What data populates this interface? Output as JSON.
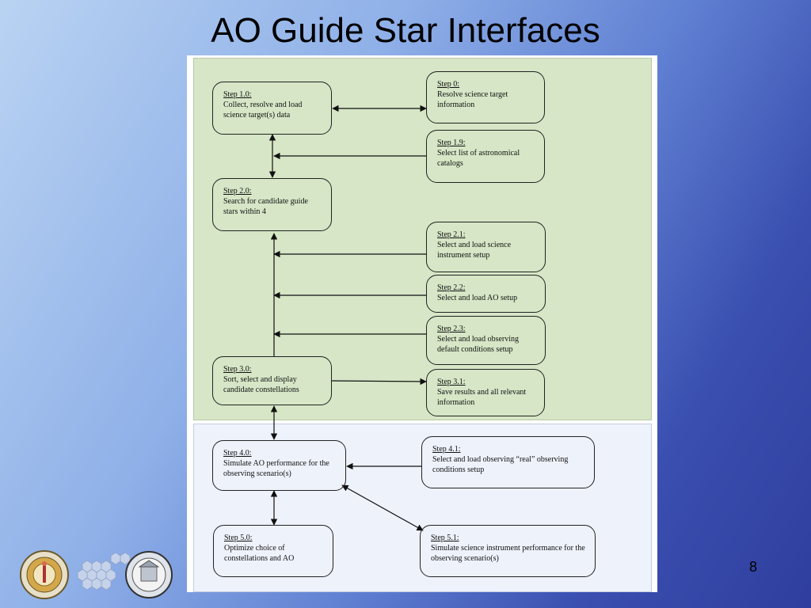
{
  "slide": {
    "title": "AO Guide Star Interfaces",
    "page_number": "8"
  },
  "nodes": {
    "s10": {
      "step": "Step 1.0:",
      "desc": "Collect, resolve and load science target(s) data"
    },
    "s0": {
      "step": "Step 0:",
      "desc": "Resolve science target information"
    },
    "s19": {
      "step": "Step 1.9:",
      "desc": "Select list of astronomical catalogs"
    },
    "s20": {
      "step": "Step 2.0:",
      "desc": "Search for candidate guide stars within 4"
    },
    "s21": {
      "step": "Step 2.1:",
      "desc": "Select and load science instrument setup"
    },
    "s22": {
      "step": "Step 2.2:",
      "desc": "Select and load AO setup"
    },
    "s23": {
      "step": "Step 2.3:",
      "desc": "Select and load observing default conditions setup"
    },
    "s30": {
      "step": "Step 3.0:",
      "desc": "Sort, select and display candidate constellations"
    },
    "s31": {
      "step": "Step 3.1:",
      "desc": "Save results and all relevant information"
    },
    "s40": {
      "step": "Step 4.0:",
      "desc": "Simulate AO performance for the observing scenario(s)"
    },
    "s41": {
      "step": "Step 4.1:",
      "desc": "Select and load observing “real” observing conditions setup"
    },
    "s50": {
      "step": "Step 5.0:",
      "desc": "Optimize choice of constellations and AO"
    },
    "s51": {
      "step": "Step 5.1:",
      "desc": "Simulate science instrument performance for the observing scenario(s)"
    }
  },
  "logos": [
    "caltech-seal",
    "hexagon-mirror-logo",
    "university-of-california-seal"
  ]
}
